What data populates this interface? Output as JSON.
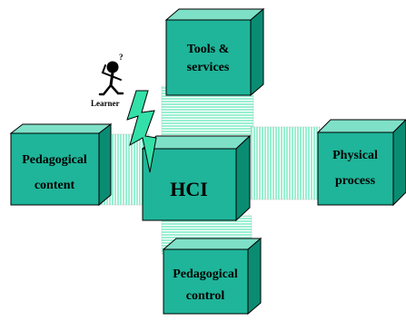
{
  "diagram": {
    "boxes": {
      "tools": {
        "line1": "Tools &",
        "line2": "services"
      },
      "pedagogical_content": {
        "line1": "Pedagogical",
        "line2": "content"
      },
      "physical_process": {
        "line1": "Physical",
        "line2": "process"
      },
      "hci": {
        "label": "HCI"
      },
      "pedagogical_control": {
        "line1": "Pedagogical",
        "line2": "control"
      }
    },
    "learner": {
      "label": "Learner",
      "thought": "?"
    }
  },
  "colors": {
    "box_front": "#1fb59a",
    "box_top": "#7fe0c8",
    "box_side": "#0a8c73",
    "connector": "#9af0d2",
    "connector_stripe": "#ffffff",
    "lightning": "#33e0a8",
    "outline": "#000000"
  }
}
